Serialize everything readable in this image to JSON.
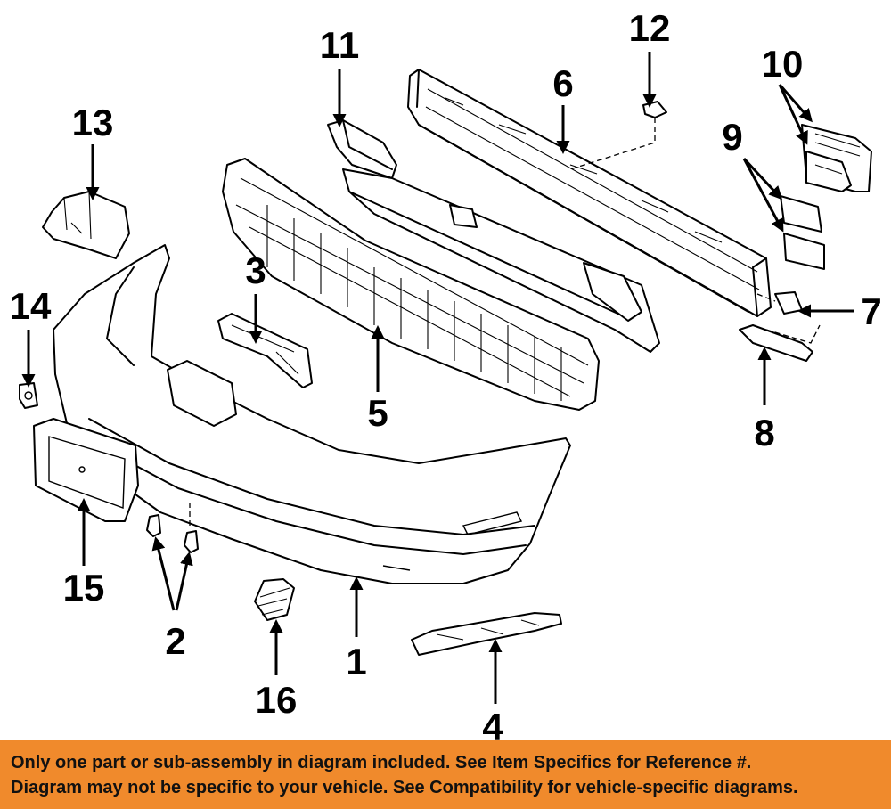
{
  "callouts": {
    "c1": "1",
    "c2": "2",
    "c3": "3",
    "c4": "4",
    "c5": "5",
    "c6": "6",
    "c7": "7",
    "c8": "8",
    "c9": "9",
    "c10": "10",
    "c11": "11",
    "c12": "12",
    "c13": "13",
    "c14": "14",
    "c15": "15",
    "c16": "16"
  },
  "disclaimer": {
    "line1": "Only one part or sub-assembly in diagram included. See Item Specifics for Reference #.",
    "line2": "Diagram may not be specific to your vehicle. See Compatibility for vehicle-specific diagrams."
  },
  "colors": {
    "banner": "#f08a2c",
    "line": "#000000",
    "background": "#ffffff"
  }
}
